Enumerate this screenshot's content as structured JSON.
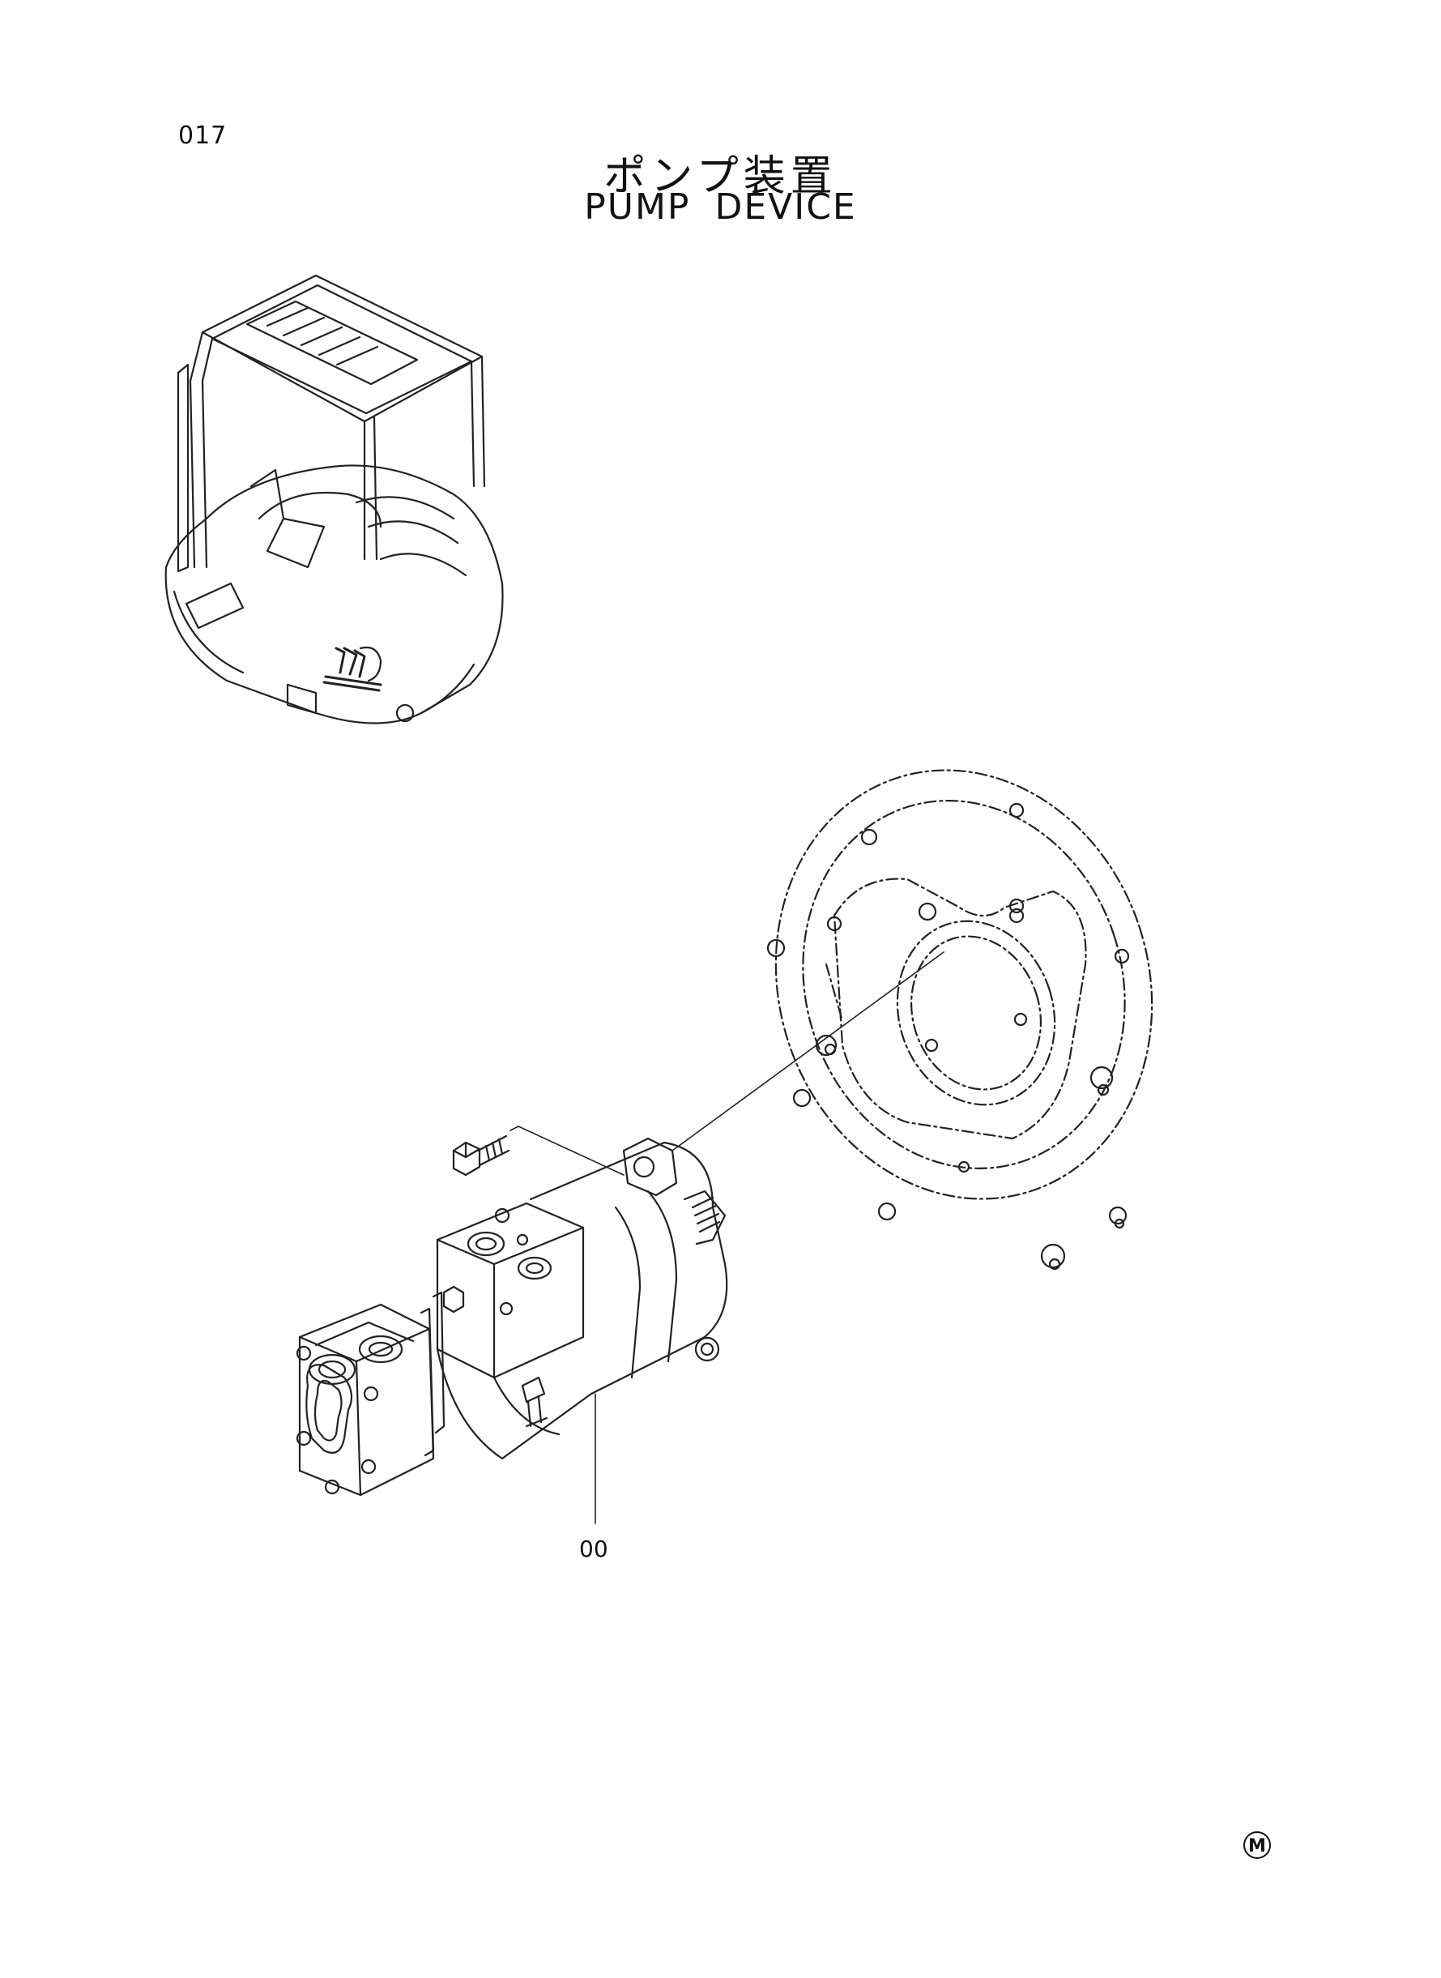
{
  "page": {
    "number": "017",
    "title_jp": "ポンプ装置",
    "title_en": "PUMP DEVICE"
  },
  "callouts": {
    "pump": "00"
  },
  "mark": {
    "symbol": "M"
  }
}
